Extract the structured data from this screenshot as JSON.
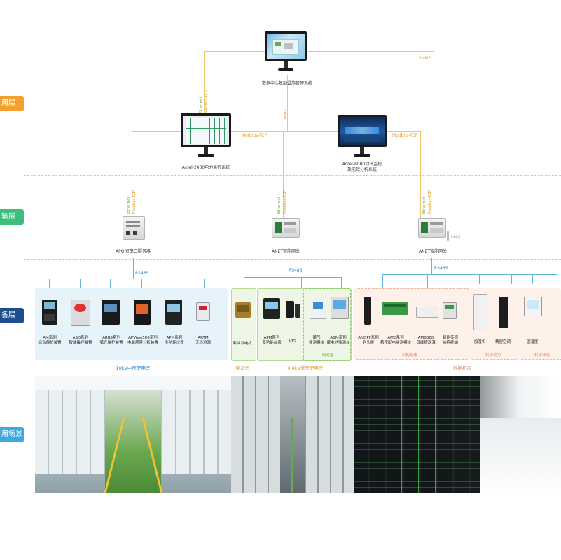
{
  "layers": [
    {
      "label": "用层",
      "color": "#f2a12e"
    },
    {
      "label": "输层",
      "color": "#3bbf7a"
    },
    {
      "label": "备层",
      "color": "#1f4e8c"
    },
    {
      "label": "用场景",
      "color": "#3da9e0"
    }
  ],
  "top": {
    "system_label": "数据中心基础设施管理系统",
    "snmp_label": "SNMP",
    "snmp_v_label": "SNMP"
  },
  "mid": {
    "left_label": "Acrel-2000电力监控系统",
    "right_label_1": "Acrel-8000动环监控",
    "right_label_2": "及能效分析系统",
    "ethernet_label": "Ethernet",
    "modbus_label": "Modbus-TCP",
    "modbus_left": "Modbus-TCP",
    "modbus_right": "Modbus-TCP"
  },
  "gateways": {
    "left_label": "APORT串口服务器",
    "center_label": "ANET智能网关",
    "right_label": "ANET智能网关",
    "lora_label": "Lora",
    "rs485_label": "RS485"
  },
  "devices_10kv": [
    {
      "line1": "AM系列",
      "line2": "综合保护装置"
    },
    {
      "line1": "ASD系列",
      "line2": "智能操控装置"
    },
    {
      "line1": "ARBS系列",
      "line2": "弧光保护装置"
    },
    {
      "line1": "APView500系列",
      "line2": "电能质量分析装置"
    },
    {
      "line1": "APM系列",
      "line2": "多功能仪表"
    },
    {
      "line1": "ARTM",
      "line2": "无线测温"
    }
  ],
  "devices_generator": [
    {
      "line1": "柴油发电机",
      "line2": ""
    }
  ],
  "devices_04kv": [
    {
      "line1": "APM系列",
      "line2": "多功能仪表"
    },
    {
      "line1": "UPS",
      "line2": ""
    },
    {
      "line1": "蓄气",
      "line2": "监测模块"
    },
    {
      "line1": "ABM系列",
      "line2": "蓄电池监测仪"
    }
  ],
  "devices_datacenter": [
    {
      "line1": "ANDPF系列",
      "line2": "列头柜"
    },
    {
      "line1": "AMC系列",
      "line2": "精密配电监测模块"
    },
    {
      "line1": "AMB300",
      "line2": "母线槽测温"
    },
    {
      "line1": "智能传感",
      "line2": "监控终端"
    },
    {
      "line1": "加湿机",
      "line2": ""
    },
    {
      "line1": "精密空调",
      "line2": ""
    },
    {
      "line1": "温湿度",
      "line2": ""
    }
  ],
  "subsections": {
    "battery": "电池室",
    "cabinet": "机柜配电",
    "hvac": "机房动力",
    "env": "机房环境"
  },
  "sections": {
    "s10kv": "10kV中压配电室",
    "generator": "柴发室",
    "s04kv": "0.4kV低压配电室",
    "datacenter": "数据机房"
  },
  "colors": {
    "wire": "#f3c566",
    "bus": "#5bb9e0",
    "orange": "#e39b26",
    "blue_text": "#2b8ad0"
  }
}
